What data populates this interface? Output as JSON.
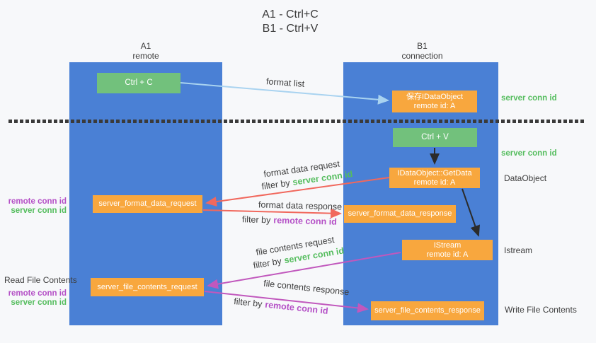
{
  "title": {
    "line1": "A1 - Ctrl+C",
    "line2": "B1 - Ctrl+V"
  },
  "lanes": {
    "left": {
      "title": "A1",
      "subtitle": "remote"
    },
    "right": {
      "title": "B1",
      "subtitle": "connection"
    }
  },
  "nodes": {
    "ctrl_c": {
      "label": "Ctrl + C"
    },
    "save_dataobject": {
      "line1": "保存IDataObject",
      "line2": "remote id: A"
    },
    "ctrl_v": {
      "label": "Ctrl + V"
    },
    "getdata": {
      "line1": "IDataObject::GetData",
      "line2": "remote id: A"
    },
    "format_request": {
      "label": "server_format_data_request"
    },
    "format_response": {
      "label": "server_format_data_response"
    },
    "istream": {
      "line1": "IStream",
      "line2": "remote id: A"
    },
    "file_request": {
      "label": "server_file_contents_request"
    },
    "file_response": {
      "label": "server_file_contents_response"
    }
  },
  "arrow_labels": {
    "format_list": "format list",
    "format_data_request": "format data request",
    "format_data_response": "format data response",
    "file_contents_request": "file contents request",
    "file_contents_response": "file contents response",
    "filter_by": "filter by",
    "server_conn_id": "server conn id",
    "remote_conn_id": "remote conn id"
  },
  "annotations": {
    "right": {
      "server_conn_id_1": "server conn id",
      "server_conn_id_2": "server conn id",
      "dataobject": "DataObject",
      "istream": "Istream",
      "write_file_contents": "Write File Contents"
    },
    "left": {
      "remote_conn_id_1": "remote conn id",
      "server_conn_id_1": "server conn id",
      "read_file_contents": "Read File Contents",
      "remote_conn_id_2": "remote conn id",
      "server_conn_id_2": "server conn id"
    }
  },
  "colors": {
    "lane_blue": "#4a80d5",
    "box_green": "#72c17c",
    "box_orange": "#f8a73e",
    "arrow_light_blue": "#a9d3f0",
    "arrow_red": "#f1685d",
    "arrow_magenta": "#c158bd",
    "arrow_black": "#2b2b2b",
    "label_green": "#55bd5e",
    "label_purple": "#b44fc6"
  }
}
